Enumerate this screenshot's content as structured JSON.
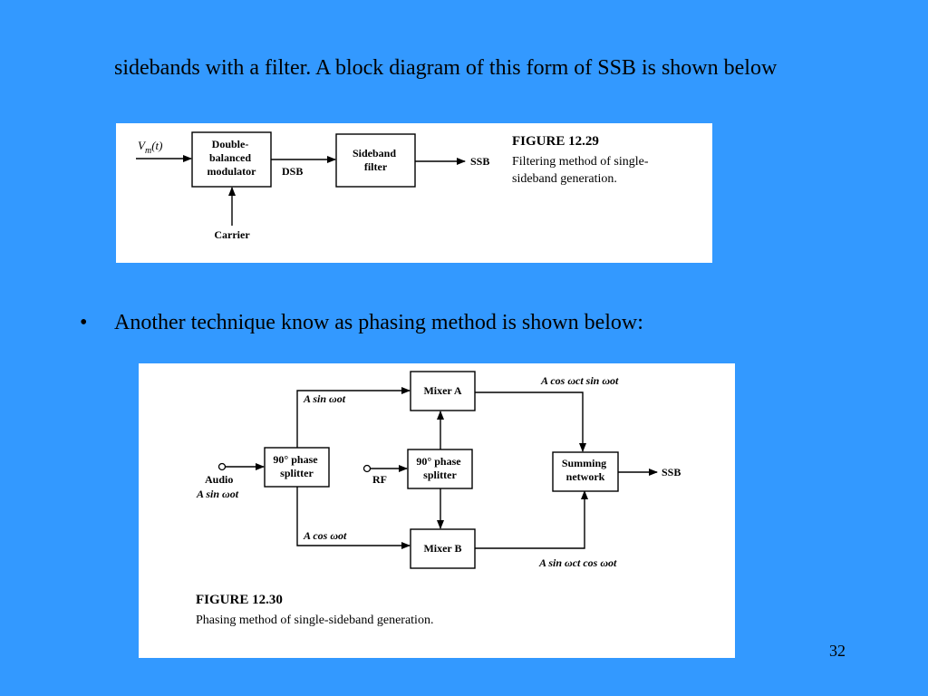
{
  "slide": {
    "intro_text": "sidebands with a filter.  A block diagram of this form of SSB is shown below",
    "bullet_marker": "•",
    "bullet_text": "Another technique know as phasing method is shown below:",
    "page_number": "32"
  },
  "figure_1": {
    "input_label_main": "V",
    "input_label_sub": "m",
    "input_label_tail": "(t)",
    "block_modulator": [
      "Double-",
      "balanced",
      "modulator"
    ],
    "dsb_label": "DSB",
    "block_filter": [
      "Sideband",
      "filter"
    ],
    "ssb_label": "SSB",
    "carrier_label": "Carrier",
    "caption_title": "FIGURE 12.29",
    "caption_lines": [
      "Filtering method of single-",
      "sideband generation."
    ]
  },
  "figure_2": {
    "mixer_a": "Mixer A",
    "mixer_b": "Mixer B",
    "splitter_audio": [
      "90° phase",
      "splitter"
    ],
    "splitter_rf": [
      "90° phase",
      "splitter"
    ],
    "summing": [
      "Summing",
      "network"
    ],
    "ssb_label": "SSB",
    "audio_label": "Audio",
    "audio_signal": "A sin ωot",
    "rf_label": "RF",
    "top_left_signal": "A sin ωot",
    "bottom_left_signal": "A cos ωot",
    "top_right_signal": "A cos ωct sin ωot",
    "bottom_right_signal": "A sin ωct cos ωot",
    "caption_title": "FIGURE 12.30",
    "caption_line": "Phasing method of single-sideband generation."
  },
  "colors": {
    "background": "#3399ff",
    "figure_background": "#ffffff",
    "ink": "#000000"
  }
}
